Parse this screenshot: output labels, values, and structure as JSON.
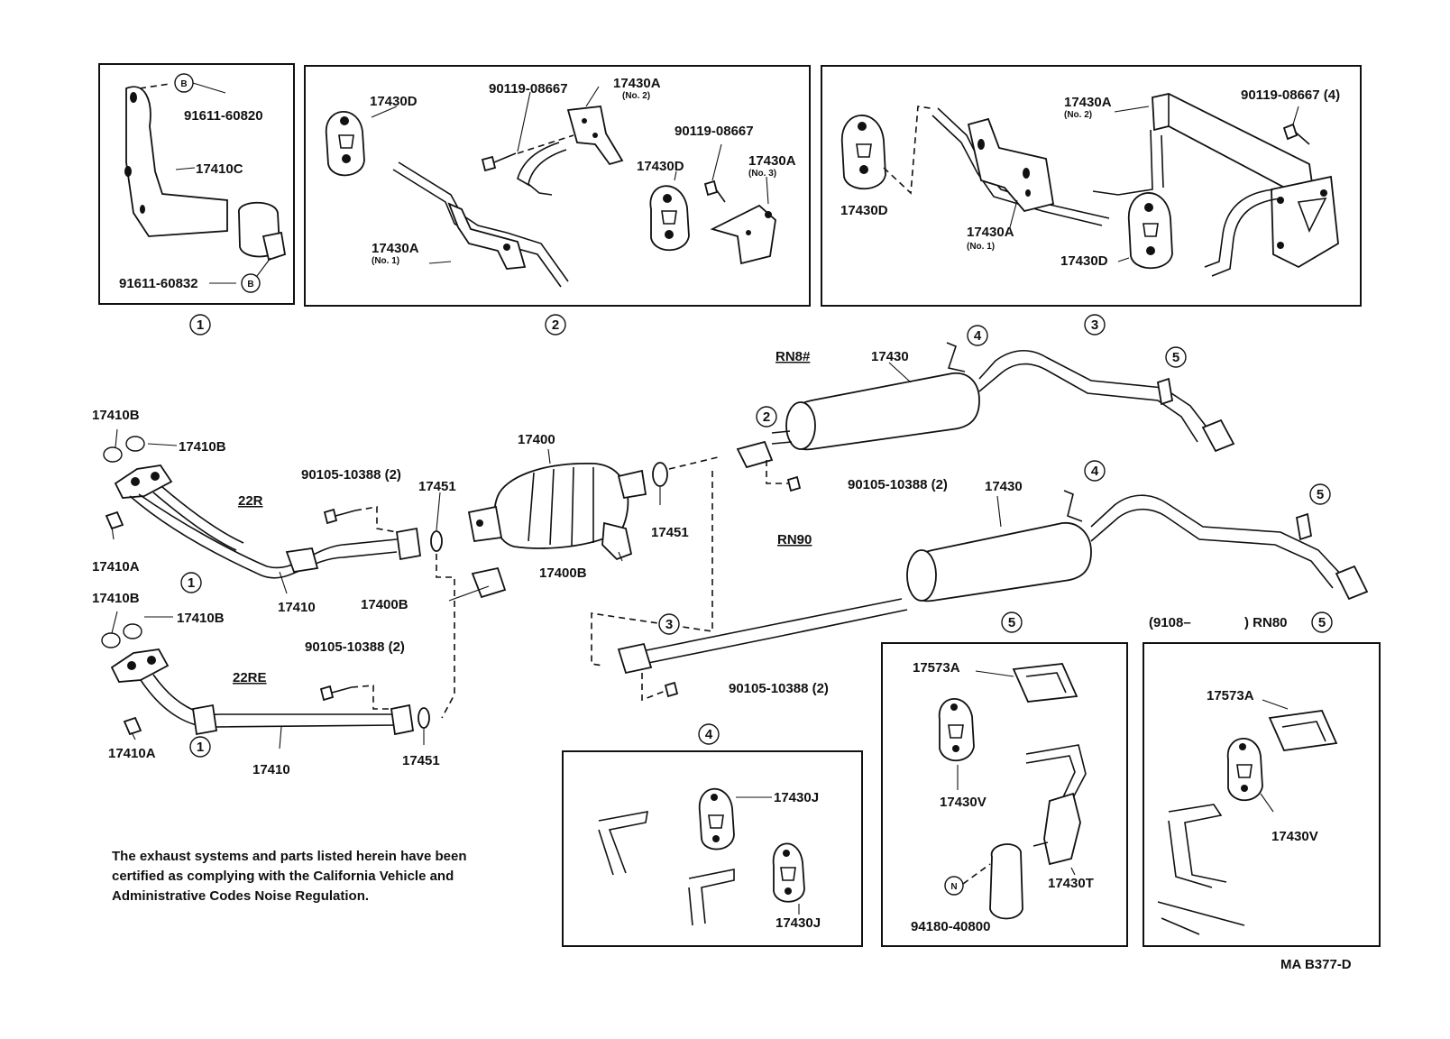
{
  "inset1": {
    "part_top": "91611-60820",
    "part_mid": "17410C",
    "part_bot": "91611-60832",
    "marker": "B",
    "caption": "1"
  },
  "inset2": {
    "hanger_l": "17430D",
    "bolt": "90119-08667",
    "bracket2": "17430A",
    "bracket2_note": "(No. 2)",
    "bolt2": "90119-08667",
    "hanger_r": "17430D",
    "bracket3": "17430A",
    "bracket3_note": "(No. 3)",
    "bracket1": "17430A",
    "bracket1_note": "(No. 1)",
    "caption": "2"
  },
  "inset3": {
    "bracket2": "17430A",
    "bracket2_note": "(No. 2)",
    "bolt": "90119-08667 (4)",
    "hanger_l": "17430D",
    "bracket1": "17430A",
    "bracket1_note": "(No. 1)",
    "hanger_r": "17430D",
    "caption": "3"
  },
  "main": {
    "gasket_a": "17410B",
    "gasket_b": "17410B",
    "nut_a": "17410A",
    "engine_22r": "22R",
    "bolt_a": "90105-10388 (2)",
    "gasket_451a": "17451",
    "pipe_a": "17410",
    "callout_1a": "1",
    "catalyst": "17400",
    "bracket_400b_l": "17400B",
    "bracket_400b_r": "17400B",
    "gasket_451b": "17451",
    "gasket_c": "17410B",
    "gasket_d": "17410B",
    "nut_b": "17410A",
    "engine_22re": "22RE",
    "bolt_b": "90105-10388 (2)",
    "pipe_b": "17410",
    "gasket_451c": "17451",
    "callout_1b": "1",
    "model_rn8": "RN8#",
    "muffler_a": "17430",
    "callout_2": "2",
    "callout_4a": "4",
    "callout_5a": "5",
    "bolt_c": "90105-10388 (2)",
    "model_rn90": "RN90",
    "muffler_b": "17430",
    "callout_4b": "4",
    "callout_5b": "5",
    "callout_3": "3",
    "bolt_d": "90105-10388 (2)"
  },
  "inset4": {
    "caption": "4",
    "hanger_a": "17430J",
    "hanger_b": "17430J"
  },
  "inset5a": {
    "caption": "5",
    "bracket": "17573A",
    "hanger": "17430V",
    "bracket_t": "17430T",
    "marker": "N",
    "clamp": "94180-40800"
  },
  "inset5b": {
    "caption_prefix": "(9108–",
    "caption_suffix": ") RN80",
    "caption": "5",
    "bracket": "17573A",
    "hanger": "17430V"
  },
  "footnote": {
    "line1": "The exhaust systems and parts listed herein have been",
    "line2": "certified as complying with the California Vehicle and",
    "line3": "Administrative Codes Noise Regulation."
  },
  "figure_code": "MA  B377-D"
}
